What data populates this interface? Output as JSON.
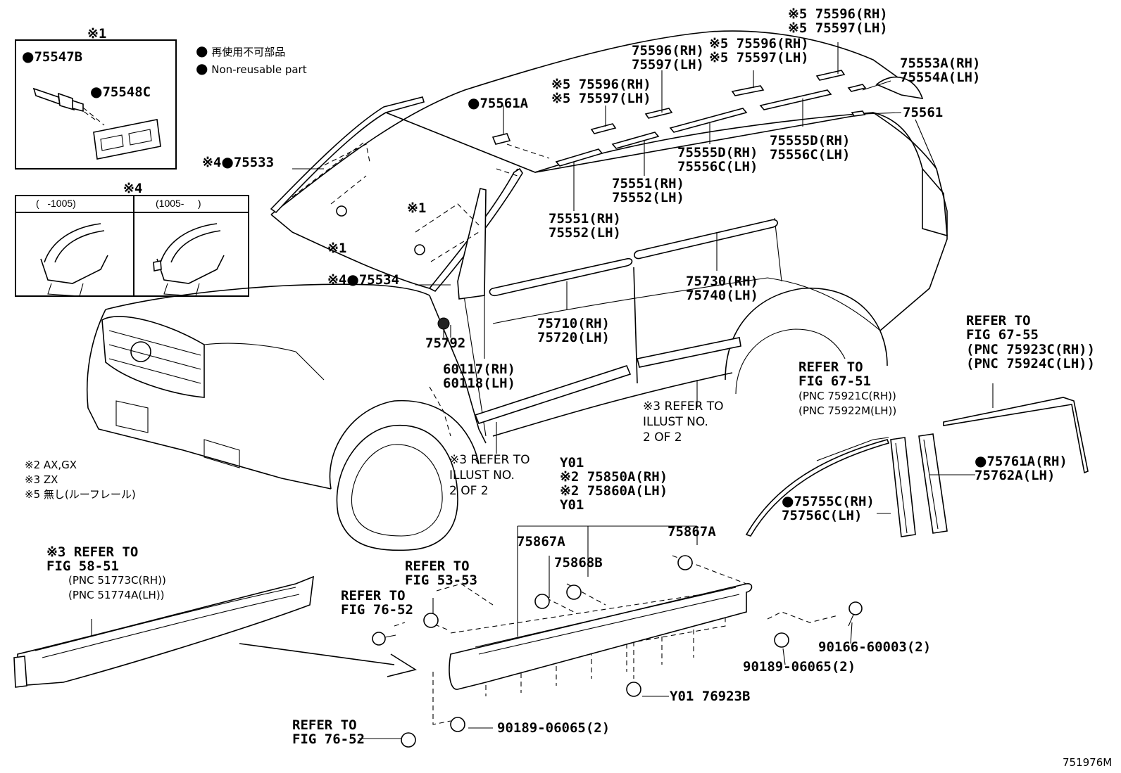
{
  "legend": {
    "nonreusable_jp": "再使用不可部品",
    "nonreusable_en": "Non-reusable part"
  },
  "notes": {
    "n2": "※2 AX,GX",
    "n3": "※3 ZX",
    "n5": "※5 無し(ルーフレール)"
  },
  "box1": {
    "mark": "※1",
    "part_a": "75547B",
    "part_b": "75548C"
  },
  "box4": {
    "mark": "※4",
    "range_a": "(   -1005)",
    "range_b": "(1005-     )"
  },
  "labels": {
    "p75596_75597_top": "※5 75596(RH)\n※5 75597(LH)",
    "p75596_75597_a": "75596(RH)\n75597(LH)",
    "p75596_75597_b": "※5 75596(RH)\n※5 75597(LH)",
    "p75596_75597_c": "※5 75596(RH)\n※5 75597(LH)",
    "p75553_75554": "75553A(RH)\n75554A(LH)",
    "p75561": "75561",
    "p75561A": "75561A",
    "p75555D_75556C_a": "75555D(RH)\n75556C(LH)",
    "p75555D_75556C_b": "75555D(RH)\n75556C(LH)",
    "p75533": "75533",
    "p75533_mark": "※4",
    "p75551_75552_a": "75551(RH)\n75552(LH)",
    "p75551_75552_b": "75551(RH)\n75552(LH)",
    "mark1_a": "※1",
    "mark1_b": "※1",
    "p75534": "75534",
    "p75534_mark": "※4",
    "p75730_75740": "75730(RH)\n75740(LH)",
    "p75710_75720": "75710(RH)\n75720(LH)",
    "p75792": "75792",
    "p60117_60118": "60117(RH)\n60118(LH)",
    "ref_illust_a": "※3 REFER TO\nILLUST NO.\n2 OF 2",
    "ref_illust_b": "※3 REFER TO\nILLUST NO.\n2 OF 2",
    "ref_67_51_head": "REFER TO\nFIG 67-51",
    "ref_67_51_pnc": "(PNC 75921C(RH))\n(PNC 75922M(LH))",
    "ref_67_55_head": "REFER TO\nFIG 67-55",
    "ref_67_55_pnc": "(PNC 75923C(RH))\n(PNC 75924C(LH))",
    "p75761_75762": "75761A(RH)\n75762A(LH)",
    "p75755_75756": "75755C(RH)\n75756C(LH)",
    "p75850_75860": "Y01\n※2 75850A(RH)\n※2 75860A(LH)\nY01",
    "p75867A_left": "75867A",
    "p75867A_right": "75867A",
    "p75868B": "75868B",
    "ref_58_51_head": "※3 REFER TO\nFIG 58-51",
    "ref_58_51_pnc": "(PNC 51773C(RH))\n(PNC 51774A(LH))",
    "ref_53_53": "REFER TO\nFIG 53-53",
    "ref_76_52_a": "REFER TO\nFIG 76-52",
    "ref_76_52_b": "REFER TO\nFIG 76-52",
    "p90166": "90166-60003(2)",
    "p90189_a": "90189-06065(2)",
    "p90189_b": "90189-06065(2)",
    "p76923B": "Y01 76923B",
    "diagram_id": "751976M"
  }
}
